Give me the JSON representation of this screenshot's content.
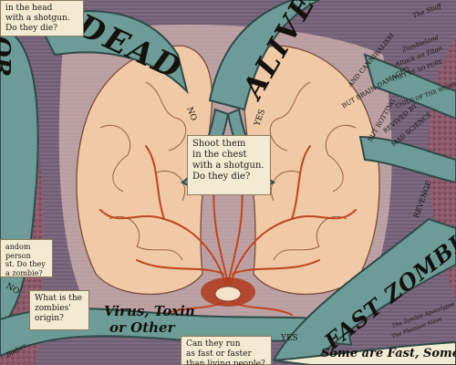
{
  "big_labels": {
    "dead": "DEAD",
    "alive": "ALIVE",
    "or": "OR",
    "fast_zombies": "FAST ZOMBIES",
    "some_are_fast": "Some are Fast, Some"
  },
  "branch_labels": {
    "no_center": "NO",
    "yes_center": "YES",
    "no_left": "NO",
    "yes_bottom": "YES",
    "virus": "Virus, Toxin",
    "or_other": "or Other"
  },
  "question_boxes": {
    "head_shot": "in the head\nwith a shotgun.\nDo they die?",
    "chest_shot": "Shoot them\nin the chest\nwith a shotgun.\nDo they die?",
    "random_person": "andom person\nst. Do they\na zombie?",
    "origin": "What is the\nzombies'\norigin?",
    "run_fast": "Can they run\nas fast or faster\nthan living people?"
  },
  "side_texts": {
    "and_cannibalism": "AND CANNIBALISM",
    "but_brain_damaged": "BUT BRAIN-DAMAGED",
    "but_rotting": "BUT ROTTING",
    "revived_by": "REVIVED BY",
    "mad_science": "MAD SCIENCE",
    "revenge": "REVENGE",
    "zombieland": "Zombieland",
    "attack_on_titan": "Attack on Titan",
    "they_re_so_pure": "THEY'RE SO PURE",
    "child_of_the_women": "CHILD OF THE WOMEN",
    "the_stuff": "The Stuff",
    "bodies": "Bodies",
    "the_zombie_apocalypse": "The Zombie Apocalypse",
    "the_pleasure_slave": "The Pleasure Slave"
  },
  "colors": {
    "teal": "#6d9c98",
    "teal_dark": "#3d5e5b",
    "brain": "#f0c9a6",
    "vein": "#c0451f",
    "paper": "#f3ead3",
    "ink": "#14110e"
  }
}
